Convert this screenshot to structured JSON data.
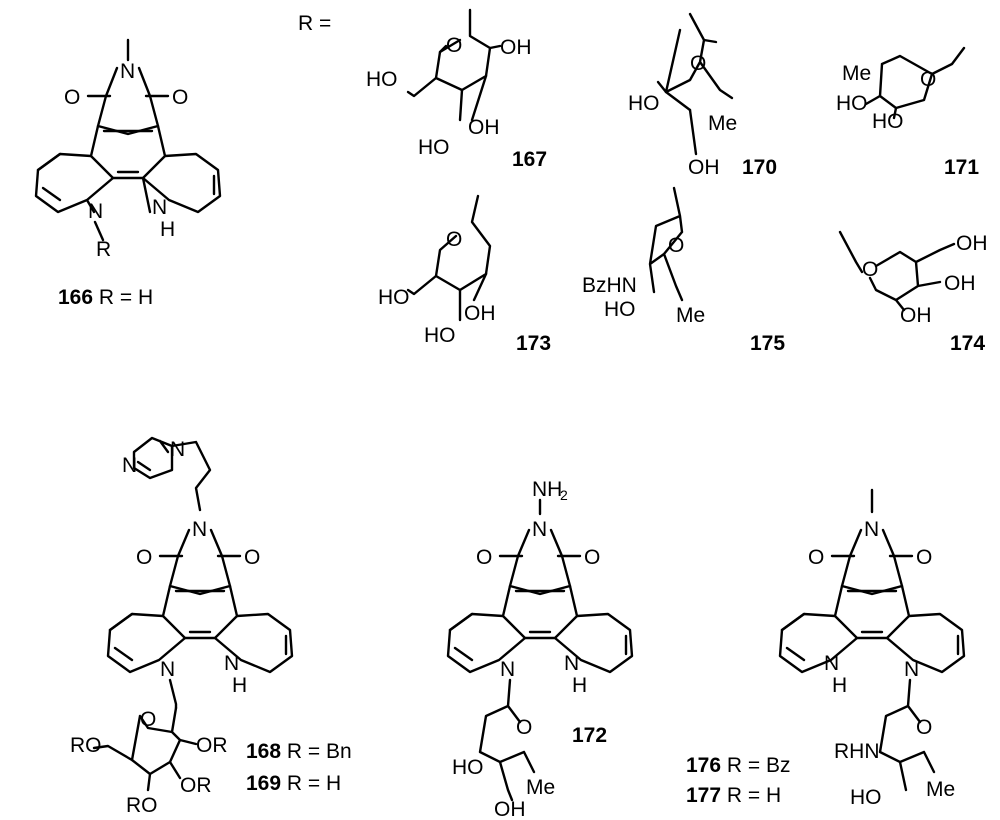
{
  "r_label": "R =",
  "compounds": {
    "c166": {
      "num": "166",
      "suffix": " R = H"
    },
    "c167": {
      "num": "167"
    },
    "c170": {
      "num": "170"
    },
    "c171": {
      "num": "171"
    },
    "c173": {
      "num": "173"
    },
    "c175": {
      "num": "175"
    },
    "c174": {
      "num": "174"
    },
    "c168": {
      "num": "168",
      "suffix": " R = Bn"
    },
    "c169": {
      "num": "169",
      "suffix": " R = H"
    },
    "c172": {
      "num": "172"
    },
    "c176": {
      "num": "176",
      "suffix": " R = Bz"
    },
    "c177": {
      "num": "177",
      "suffix": " R = H"
    }
  },
  "atoms": {
    "O": "O",
    "N": "N",
    "NH": "NH",
    "H": "H",
    "R": "R",
    "HO": "HO",
    "OH": "OH",
    "Me": "Me",
    "BzHN": "BzHN",
    "RO": "RO",
    "OR": "OR",
    "RHN": "RHN",
    "NH2": "NH",
    "sub2": "2"
  }
}
